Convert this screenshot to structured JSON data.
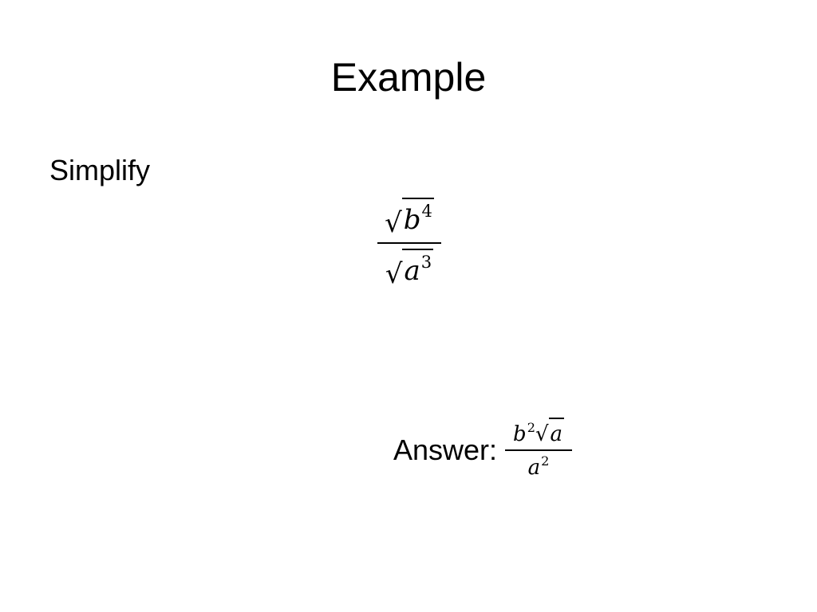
{
  "slide": {
    "title": "Example",
    "prompt": "Simplify"
  },
  "expression": {
    "numerator": {
      "radical_sign": "√",
      "base": "b",
      "exponent": "4"
    },
    "denominator": {
      "radical_sign": "√",
      "base": "a",
      "exponent": "3"
    }
  },
  "answer": {
    "label": "Answer:",
    "numerator": {
      "coef_base": "b",
      "coef_exponent": "2",
      "radical_sign": "√",
      "radicand": "a"
    },
    "denominator": {
      "base": "a",
      "exponent": "2"
    }
  }
}
